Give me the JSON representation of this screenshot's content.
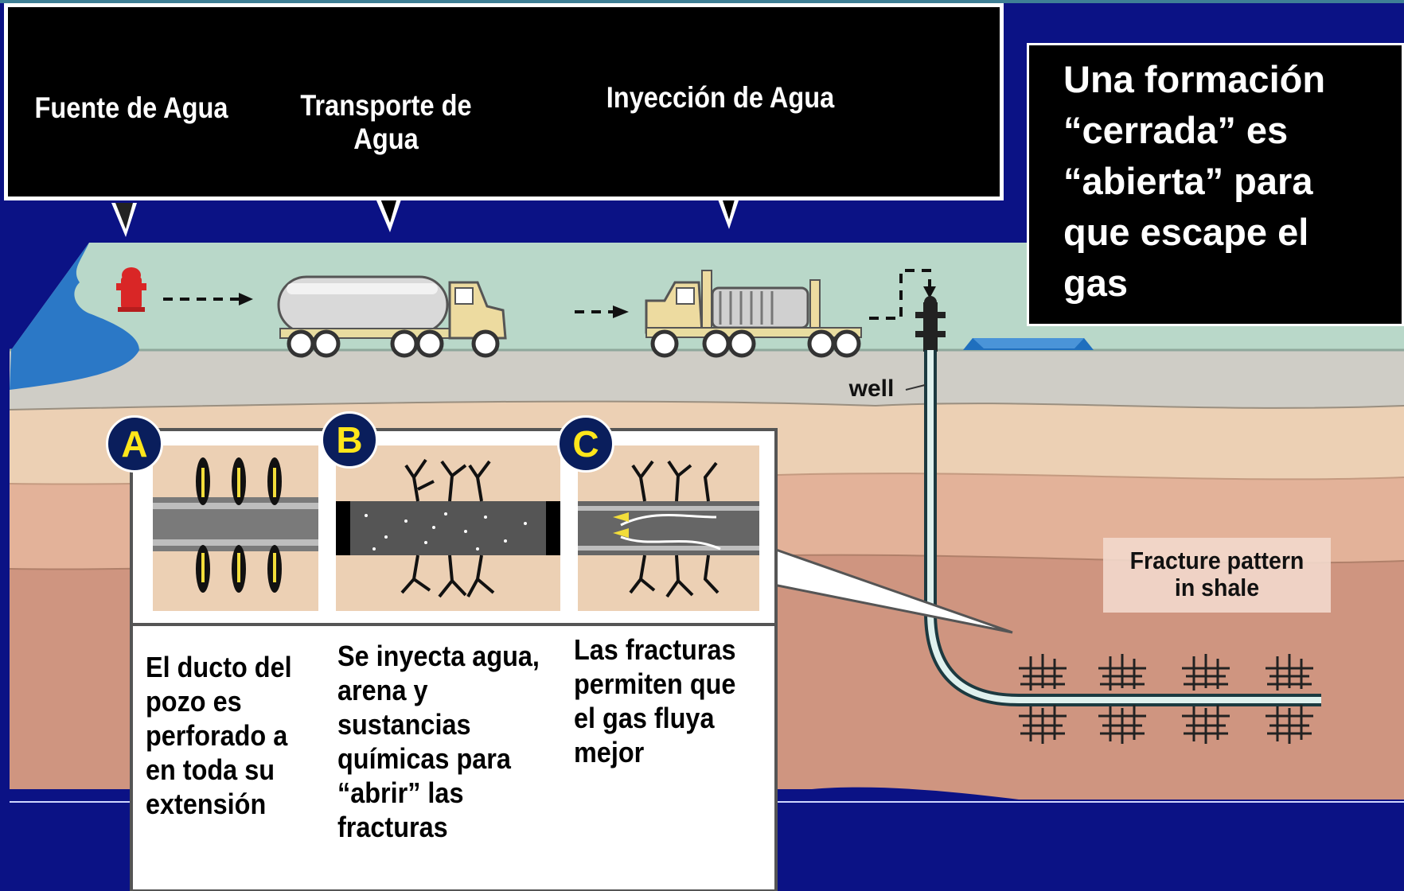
{
  "callouts": {
    "source": "Fuente de Agua",
    "transport_line1": "Transporte de",
    "transport_line2": "Agua",
    "injection": "Inyección de Agua"
  },
  "side_box": {
    "lines": [
      "Una formación",
      "“cerrada” es",
      "“abierta” para",
      "que escape el",
      "gas"
    ]
  },
  "well_label": "well",
  "fracture_label": {
    "line1": "Fracture pattern",
    "line2": "in shale"
  },
  "panels": [
    {
      "badge": "A",
      "lines": [
        "El ducto del",
        "pozo es",
        "perforado a",
        "en toda su",
        "extensión"
      ]
    },
    {
      "badge": "B",
      "lines": [
        "Se inyecta agua,",
        "arena y",
        "sustancias",
        "químicas para",
        "“abrir” las",
        "fracturas"
      ]
    },
    {
      "badge": "C",
      "lines": [
        "Las fracturas",
        "permiten  que",
        "el gas fluya",
        "mejor"
      ]
    }
  ],
  "colors": {
    "background": "#0b1285",
    "surface": "#b9d8c9",
    "soil_gray": "#cfcdc6",
    "layer1": "#ecd0b4",
    "layer2": "#e3b299",
    "shale": "#cf9580",
    "badge_letter": "#ffe61a"
  }
}
